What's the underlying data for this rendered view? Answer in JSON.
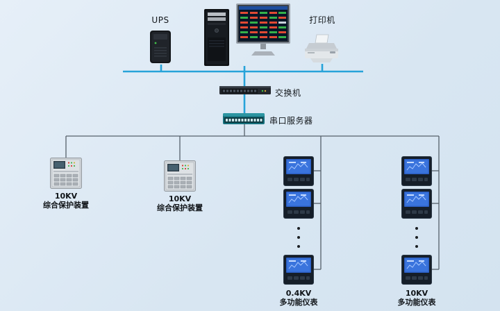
{
  "nodes": {
    "ups": {
      "label": "UPS"
    },
    "printer": {
      "label": "打印机"
    },
    "switch": {
      "label": "交换机"
    },
    "serial_server": {
      "label": "串口服务器"
    },
    "protection_1": {
      "line1": "10KV",
      "line2": "综合保护装置"
    },
    "protection_2": {
      "line1": "10KV",
      "line2": "综合保护装置"
    },
    "meters_04kv": {
      "line1": "0.4KV",
      "line2": "多功能仪表"
    },
    "meters_10kv": {
      "line1": "10KV",
      "line2": "多功能仪表"
    }
  },
  "colors": {
    "background": "#dde9f4",
    "bus_line": "#27a3d9",
    "branch_line": "#55606a",
    "meter_screen": "#3a74dd"
  }
}
